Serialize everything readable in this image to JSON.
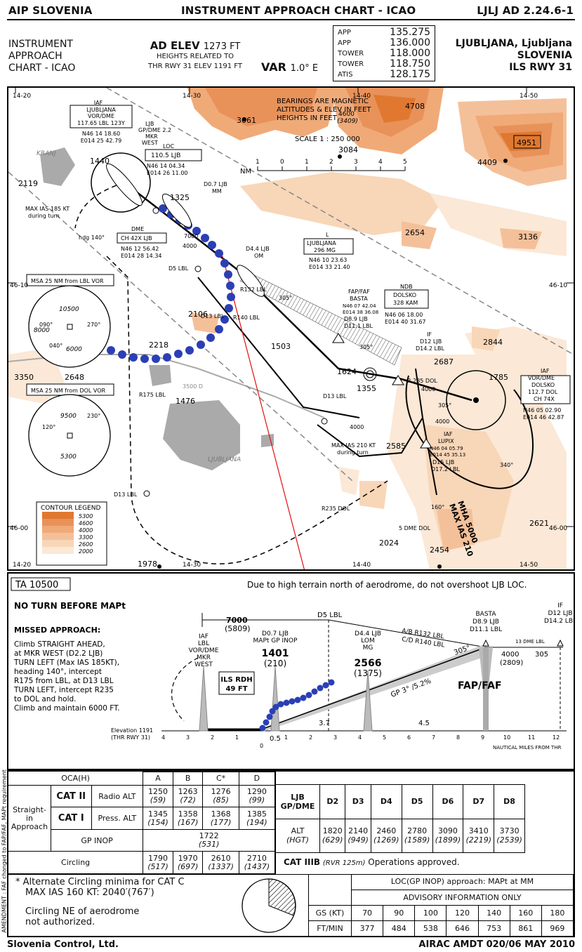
{
  "header": {
    "left": "AIP SLOVENIA",
    "center": "INSTRUMENT APPROACH CHART - ICAO",
    "right": "LJLJ AD 2.24.6-1"
  },
  "title_block": {
    "chart_type_lines": [
      "INSTRUMENT",
      "APPROACH",
      "CHART - ICAO"
    ],
    "ad_elev_label": "AD ELEV",
    "ad_elev_value": "1273 FT",
    "heights_line1": "HEIGHTS RELATED TO",
    "heights_line2": "THR RWY 31 ELEV 1191 FT",
    "var_label": "VAR",
    "var_value": "1.0° E",
    "frequencies": [
      {
        "service": "APP",
        "freq": "135.275"
      },
      {
        "service": "APP",
        "freq": "136.000"
      },
      {
        "service": "TOWER",
        "freq": "118.000"
      },
      {
        "service": "TOWER",
        "freq": "118.750"
      },
      {
        "service": "ATIS",
        "freq": "128.175"
      }
    ],
    "airport_lines": [
      "LJUBLJANA, Ljubljana",
      "SLOVENIA",
      "ILS RWY 31"
    ]
  },
  "map": {
    "notes": [
      "BEARINGS ARE MAGNETIC",
      "ALTITUDES & ELEV IN FEET",
      "HEIGHTS IN FEET"
    ],
    "scale": "SCALE 1 : 250 000",
    "nm_label": "NM",
    "scale_ticks": [
      "1",
      "0",
      "1",
      "2",
      "3",
      "4",
      "5"
    ],
    "grid_labels": {
      "lon_top": [
        "14-20",
        "14-30",
        "14-40",
        "14-50"
      ],
      "lat": [
        "46-10",
        "46-00"
      ],
      "lon_bottom": [
        "14-20",
        "14-30",
        "14-40",
        "14-50"
      ]
    },
    "spot_heights": [
      "3061",
      "4708",
      "4600",
      "(3409)",
      "3084",
      "4951",
      "4409",
      "2654",
      "3136",
      "2106",
      "2218",
      "2648",
      "3350",
      "2844",
      "2687",
      "1785",
      "1624",
      "1503",
      "1355",
      "1476",
      "2585",
      "2621",
      "2024",
      "2454",
      "1978",
      "1440",
      "2119",
      "1325"
    ],
    "places": [
      "KRANJ",
      "LJUBLJANA"
    ],
    "iaf_lbl": [
      "IAF",
      "LJUBLJANA",
      "VOR/DME",
      "117.65 LBL 123Y",
      "N46 14 18.60",
      "E014 25 42.79"
    ],
    "mkr_west": [
      "LJB",
      "GP/DME 2.2",
      "MKR",
      "WEST"
    ],
    "loc": [
      "LOC",
      "110.5 LJB",
      "N46 14 04.34",
      "E014 26 11.00"
    ],
    "d07": [
      "D0.7 LJB",
      "MM"
    ],
    "dme": [
      "DME",
      "CH 42X LJB",
      "N46 12 56.42",
      "E014 28 14.34"
    ],
    "om": [
      "L",
      "LJUBLJANA",
      "296 MG",
      "N46 10 23.63",
      "E014 33 21.40"
    ],
    "d44": "D4.4 LJB",
    "om_label": "OM",
    "d5lbl": "D5 LBL",
    "basta": [
      "FAP/FAF",
      "BASTA",
      "N46 07 42.04",
      "E014 38 36.08",
      "D8.9 LJB",
      "D11.1 LBL"
    ],
    "ndb": [
      "NDB",
      "DOLSKO",
      "328 KAM",
      "N46 06 18.00",
      "E014 40 31.67"
    ],
    "if_pt": [
      "IF",
      "D12 LJB",
      "D14.2 LBL"
    ],
    "iaf_dol": [
      "IAF",
      "VOR/DME",
      "DOLSKO",
      "112.7 DOL",
      "CH 74X",
      "N46 05 02.90",
      "E014 46 42.87"
    ],
    "lupix": [
      "IAF",
      "LUPIX",
      "N46 04 05.79",
      "E014 45 35.13",
      "D15 LJB",
      "D17.2 LBL"
    ],
    "radials": [
      "305°",
      "305°",
      "305°",
      "R 285 DOL",
      "4000",
      "4000",
      "4000",
      "4000",
      "7000",
      "R132 LBL",
      "R140 LBL",
      "R175 LBL",
      "R235 DOL",
      "3500 D",
      "hdg 140°",
      "160°",
      "340°",
      "5 DME DOL",
      "D13 LBL",
      "D13 LBL",
      "D13 LBL"
    ],
    "max_ias_turn1": [
      "MAX IAS 185 KT",
      "during turn"
    ],
    "max_ias_turn2": [
      "MAX IAS 210 KT",
      "during turn"
    ],
    "mha": [
      "MHA 5000",
      "MAX IAS 210"
    ],
    "msa_lbl": {
      "title": "MSA 25 NM from LBL VOR",
      "values": [
        "10500",
        "8000",
        "6000"
      ],
      "bearings": [
        "090°",
        "270°",
        "040°"
      ]
    },
    "msa_dol": {
      "title": "MSA 25 NM from DOL VOR",
      "values": [
        "9500",
        "5300"
      ],
      "bearings": [
        "120°",
        "230°"
      ]
    },
    "contour_legend": {
      "title": "CONTOUR LEGEND",
      "levels": [
        "5300",
        "4600",
        "4000",
        "3300",
        "2600",
        "2000"
      ],
      "colors": [
        "#e07830",
        "#e8925a",
        "#f0aa78",
        "#f4c09a",
        "#f8d6b8",
        "#fbe8d6"
      ]
    }
  },
  "profile": {
    "ta": "TA 10500",
    "warning": "Due to high terrain north of aerodrome, do not overshoot LJB LOC.",
    "no_turn": "NO TURN BEFORE MAPt",
    "missed_title": "MISSED APPROACH:",
    "missed_lines": [
      "Climb STRAIGHT AHEAD,",
      "at MKR WEST (D2.2 LJB)",
      "TURN LEFT (Max IAS 185KT),",
      "heading 140°, intercept",
      "R175 from LBL, at D13 LBL",
      "TURN LEFT, intercept R235",
      "to DOL and hold.",
      "Climb and maintain 6000 FT."
    ],
    "alt7000": "7000",
    "alt5809": "(5809)",
    "d5lbl": "D5 LBL",
    "iaf_stack": [
      "IAF",
      "LBL",
      "VOR/DME",
      "MKR",
      "WEST"
    ],
    "mapt_stack": [
      "D0.7 LJB",
      "MAPt GP INOP"
    ],
    "mapt_alt": "1401",
    "mapt_hgt": "(210)",
    "lom_stack": [
      "D4.4 LJB",
      "LOM",
      "MG"
    ],
    "lom_alt": "2566",
    "lom_hgt": "(1375)",
    "ils_rdh": [
      "ILS RDH",
      "49 FT"
    ],
    "ab_radials": [
      "A/B R132 LBL",
      "C/D R140 LBL"
    ],
    "basta_stack": [
      "BASTA",
      "D8.9 LJB",
      "D11.1 LBL"
    ],
    "if_stack": [
      "IF",
      "D12 LJB",
      "D14.2 LBL"
    ],
    "dme13": "13 DME LBL",
    "alt4000": "4000",
    "alt2809": "(2809)",
    "course": "305°",
    "course2": "305",
    "gp": "GP 3° /5.2%",
    "faf": "FAP/FAF",
    "dist37": "3.7",
    "dist45": "4.5",
    "dist05": "0.5",
    "elevation": [
      "Elevation 1191",
      "(THR RWY 31)"
    ],
    "axis_left": [
      "4",
      "3",
      "2",
      "1"
    ],
    "axis_right": [
      "1",
      "2",
      "3",
      "4",
      "5",
      "6",
      "7",
      "8",
      "9",
      "10",
      "11",
      "12"
    ],
    "axis_caption": "NAUTICAL MILES FROM THR",
    "axis_zero": "0"
  },
  "minima": {
    "oca_label": "OCA(H)",
    "cats": [
      "A",
      "B",
      "C*",
      "D"
    ],
    "straight_in": [
      "Straight-in",
      "Approach"
    ],
    "cat2": {
      "label": "CAT II",
      "sub": "Radio ALT",
      "values": [
        "1250",
        "1263",
        "1276",
        "1290"
      ],
      "hgts": [
        "(59)",
        "(72)",
        "(85)",
        "(99)"
      ]
    },
    "cat1": {
      "label": "CAT I",
      "sub": "Press. ALT",
      "values": [
        "1345",
        "1358",
        "1368",
        "1385"
      ],
      "hgts": [
        "(154)",
        "(167)",
        "(177)",
        "(194)"
      ]
    },
    "gp_inop": {
      "label": "GP INOP",
      "value": "1722",
      "hgt": "(531)"
    },
    "circling": {
      "label": "Circling",
      "values": [
        "1790",
        "1970",
        "2610",
        "2710"
      ],
      "hgts": [
        "(517)",
        "(697)",
        "(1337)",
        "(1437)"
      ]
    },
    "dme_table": {
      "title": [
        "LJB",
        "GP/DME"
      ],
      "cols": [
        "D2",
        "D3",
        "D4",
        "D5",
        "D6",
        "D7",
        "D8"
      ],
      "alt_label": "ALT",
      "hgt_label": "(HGT)",
      "alts": [
        "1820",
        "2140",
        "2460",
        "2780",
        "3090",
        "3410",
        "3730"
      ],
      "hgts": [
        "(629)",
        "(949)",
        "(1269)",
        "(1589)",
        "(1899)",
        "(2219)",
        "(2539)"
      ]
    },
    "cat3b": {
      "label": "CAT IIIB",
      "rvr": "(RVR 125m)",
      "text": "Operations approved."
    },
    "alternate": [
      "* Alternate Circling minima for CAT C",
      "MAX IAS 160 KT: 2040′(767′)"
    ],
    "circling_ne": [
      "Circling NE of aerodrome",
      "not authorized."
    ],
    "loc_title": "LOC(GP INOP) approach: MAPt at MM",
    "advisory": "ADVISORY INFORMATION ONLY",
    "gs_label": "GS (KT)",
    "ftmin_label": "FT/MIN",
    "gs": [
      "70",
      "90",
      "100",
      "120",
      "140",
      "160",
      "180"
    ],
    "ftmin": [
      "377",
      "484",
      "538",
      "646",
      "753",
      "861",
      "969"
    ]
  },
  "amendment": "AMENDMENT : FAF changed to FAP/FAF, MAPt requirement",
  "footer": {
    "left": "Slovenia Control, Ltd.",
    "right": "AIRAC AMDT 020/06 MAY 2010"
  }
}
